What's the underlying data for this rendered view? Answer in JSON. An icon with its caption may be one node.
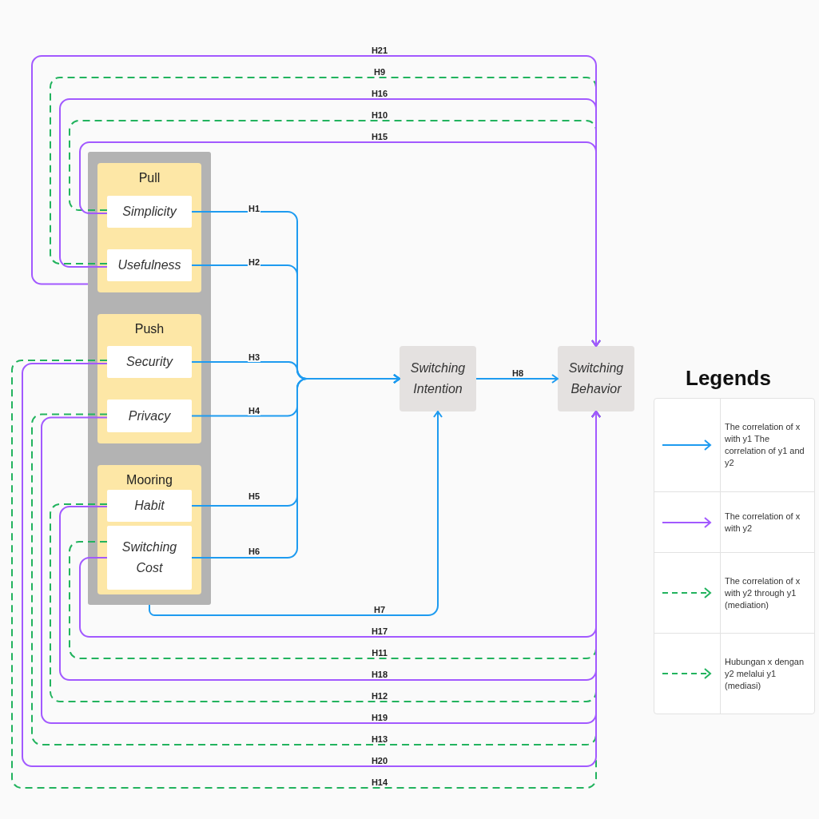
{
  "diagram": {
    "nodes": [
      {
        "text": [],
        "shape": "box"
      },
      {
        "text": [
          "Pull"
        ],
        "in": 0
      },
      {
        "text": [
          "Simplicity"
        ],
        "in": 1
      },
      {
        "text": [
          "Usefulness"
        ],
        "in": 1
      },
      {
        "text": [
          "Push"
        ],
        "in": 0
      },
      {
        "text": [
          "Security"
        ],
        "in": 4
      },
      {
        "text": [
          "Privacy"
        ],
        "in": 4
      },
      {
        "text": [
          "Mooring"
        ],
        "in": 0
      },
      {
        "text": [
          "Habit"
        ],
        "in": 7
      },
      {
        "text": [
          "Switching Cost"
        ],
        "in": 7
      },
      {
        "text": [
          "Switching Intention"
        ]
      },
      {
        "text": [
          "Switching Behavior"
        ]
      }
    ],
    "edges": [
      {
        "from": 2,
        "to": 10,
        "arrow": "to",
        "label": "H1"
      },
      {
        "from": 3,
        "to": 10,
        "arrow": "to",
        "label": "H2"
      },
      {
        "from": 5,
        "to": 10,
        "arrow": "to",
        "label": "H3"
      },
      {
        "from": 6,
        "to": 10,
        "arrow": "to",
        "label": "H4"
      },
      {
        "from": 8,
        "to": 10,
        "arrow": "to",
        "label": "H5"
      },
      {
        "from": 9,
        "to": 10,
        "arrow": "to",
        "label": "H6"
      },
      {
        "from": 0,
        "to": 10,
        "arrow": "to",
        "label": "H7"
      },
      {
        "from": 10,
        "to": 11,
        "arrow": "to",
        "label": "H8"
      },
      {
        "from": 3,
        "to": 11,
        "arrow": "to",
        "label": "H9",
        "style": "dashed",
        "color": "#22b35e"
      },
      {
        "from": 2,
        "to": 11,
        "arrow": "to",
        "label": "H10",
        "style": "dashed",
        "color": "#22b35e"
      },
      {
        "from": 9,
        "to": 11,
        "arrow": "to",
        "label": "H11",
        "style": "dashed",
        "color": "#22b35e"
      },
      {
        "from": 8,
        "to": 11,
        "arrow": "to",
        "label": "H12",
        "style": "dashed",
        "color": "#22b35e"
      },
      {
        "from": 6,
        "to": 11,
        "arrow": "to",
        "label": "H13",
        "style": "dashed",
        "color": "#22b35e"
      },
      {
        "from": 5,
        "to": 11,
        "arrow": "to",
        "label": "H14",
        "style": "dashed",
        "color": "#22b35e"
      },
      {
        "from": 2,
        "to": 11,
        "arrow": "to",
        "label": "H15",
        "color": "#a259ff"
      },
      {
        "from": 3,
        "to": 11,
        "arrow": "to",
        "label": "H16",
        "color": "#a259ff"
      },
      {
        "from": 9,
        "to": 11,
        "arrow": "to",
        "label": "H17",
        "color": "#a259ff"
      },
      {
        "from": 8,
        "to": 11,
        "arrow": "to",
        "label": "H18",
        "color": "#a259ff"
      },
      {
        "from": 6,
        "to": 11,
        "arrow": "to",
        "label": "H19",
        "color": "#a259ff"
      },
      {
        "from": 5,
        "to": 11,
        "arrow": "to",
        "label": "H20",
        "color": "#a259ff"
      },
      {
        "from": 0,
        "to": 11,
        "arrow": "to",
        "label": "H21",
        "color": "#a259ff"
      }
    ],
    "labels": [
      "Legends"
    ],
    "legend": [
      {
        "text": "The correlation of x with y1 The correlation of y1 and y2"
      },
      {
        "text": "The correlation of x with y2"
      },
      {
        "text": "The correlation of x with y2 through y1 (mediation)"
      },
      {
        "text": "Hubungan x dengan y2 melalui y1 (mediasi)"
      }
    ]
  }
}
